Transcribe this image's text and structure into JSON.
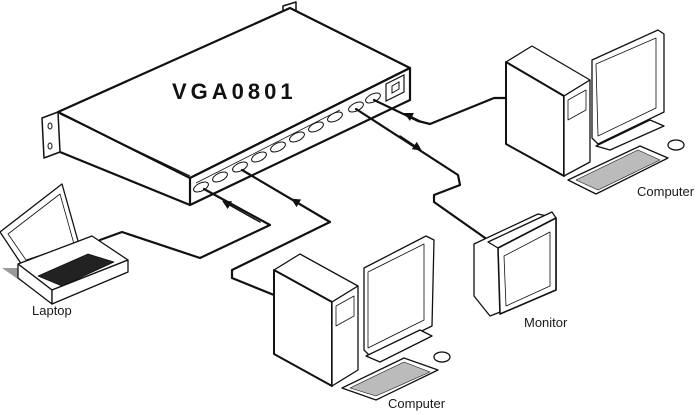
{
  "diagram": {
    "title": "VGA0801",
    "device": {
      "name": "VGA0801",
      "type": "VGA switcher",
      "inputs": 8,
      "outputs": 2,
      "has_power_inlet": true
    },
    "nodes": [
      {
        "id": "laptop",
        "label": "Laptop",
        "type": "laptop"
      },
      {
        "id": "computer-bottom",
        "label": "Computer",
        "type": "desktop-computer"
      },
      {
        "id": "monitor",
        "label": "Monitor",
        "type": "crt-monitor"
      },
      {
        "id": "computer-right",
        "label": "Computer",
        "type": "desktop-computer"
      }
    ],
    "connections": [
      {
        "from": "laptop",
        "to": "VGA0801 input 1",
        "direction": "into-device"
      },
      {
        "from": "computer-bottom",
        "to": "VGA0801 input 3",
        "direction": "into-device"
      },
      {
        "from": "VGA0801 output",
        "to": "monitor",
        "direction": "out-of-device"
      },
      {
        "from": "computer-right",
        "to": "VGA0801 loop",
        "direction": "into-device"
      }
    ],
    "labels": {
      "laptop": "Laptop",
      "computer_bottom": "Computer",
      "monitor": "Monitor",
      "computer_right": "Computer"
    }
  }
}
